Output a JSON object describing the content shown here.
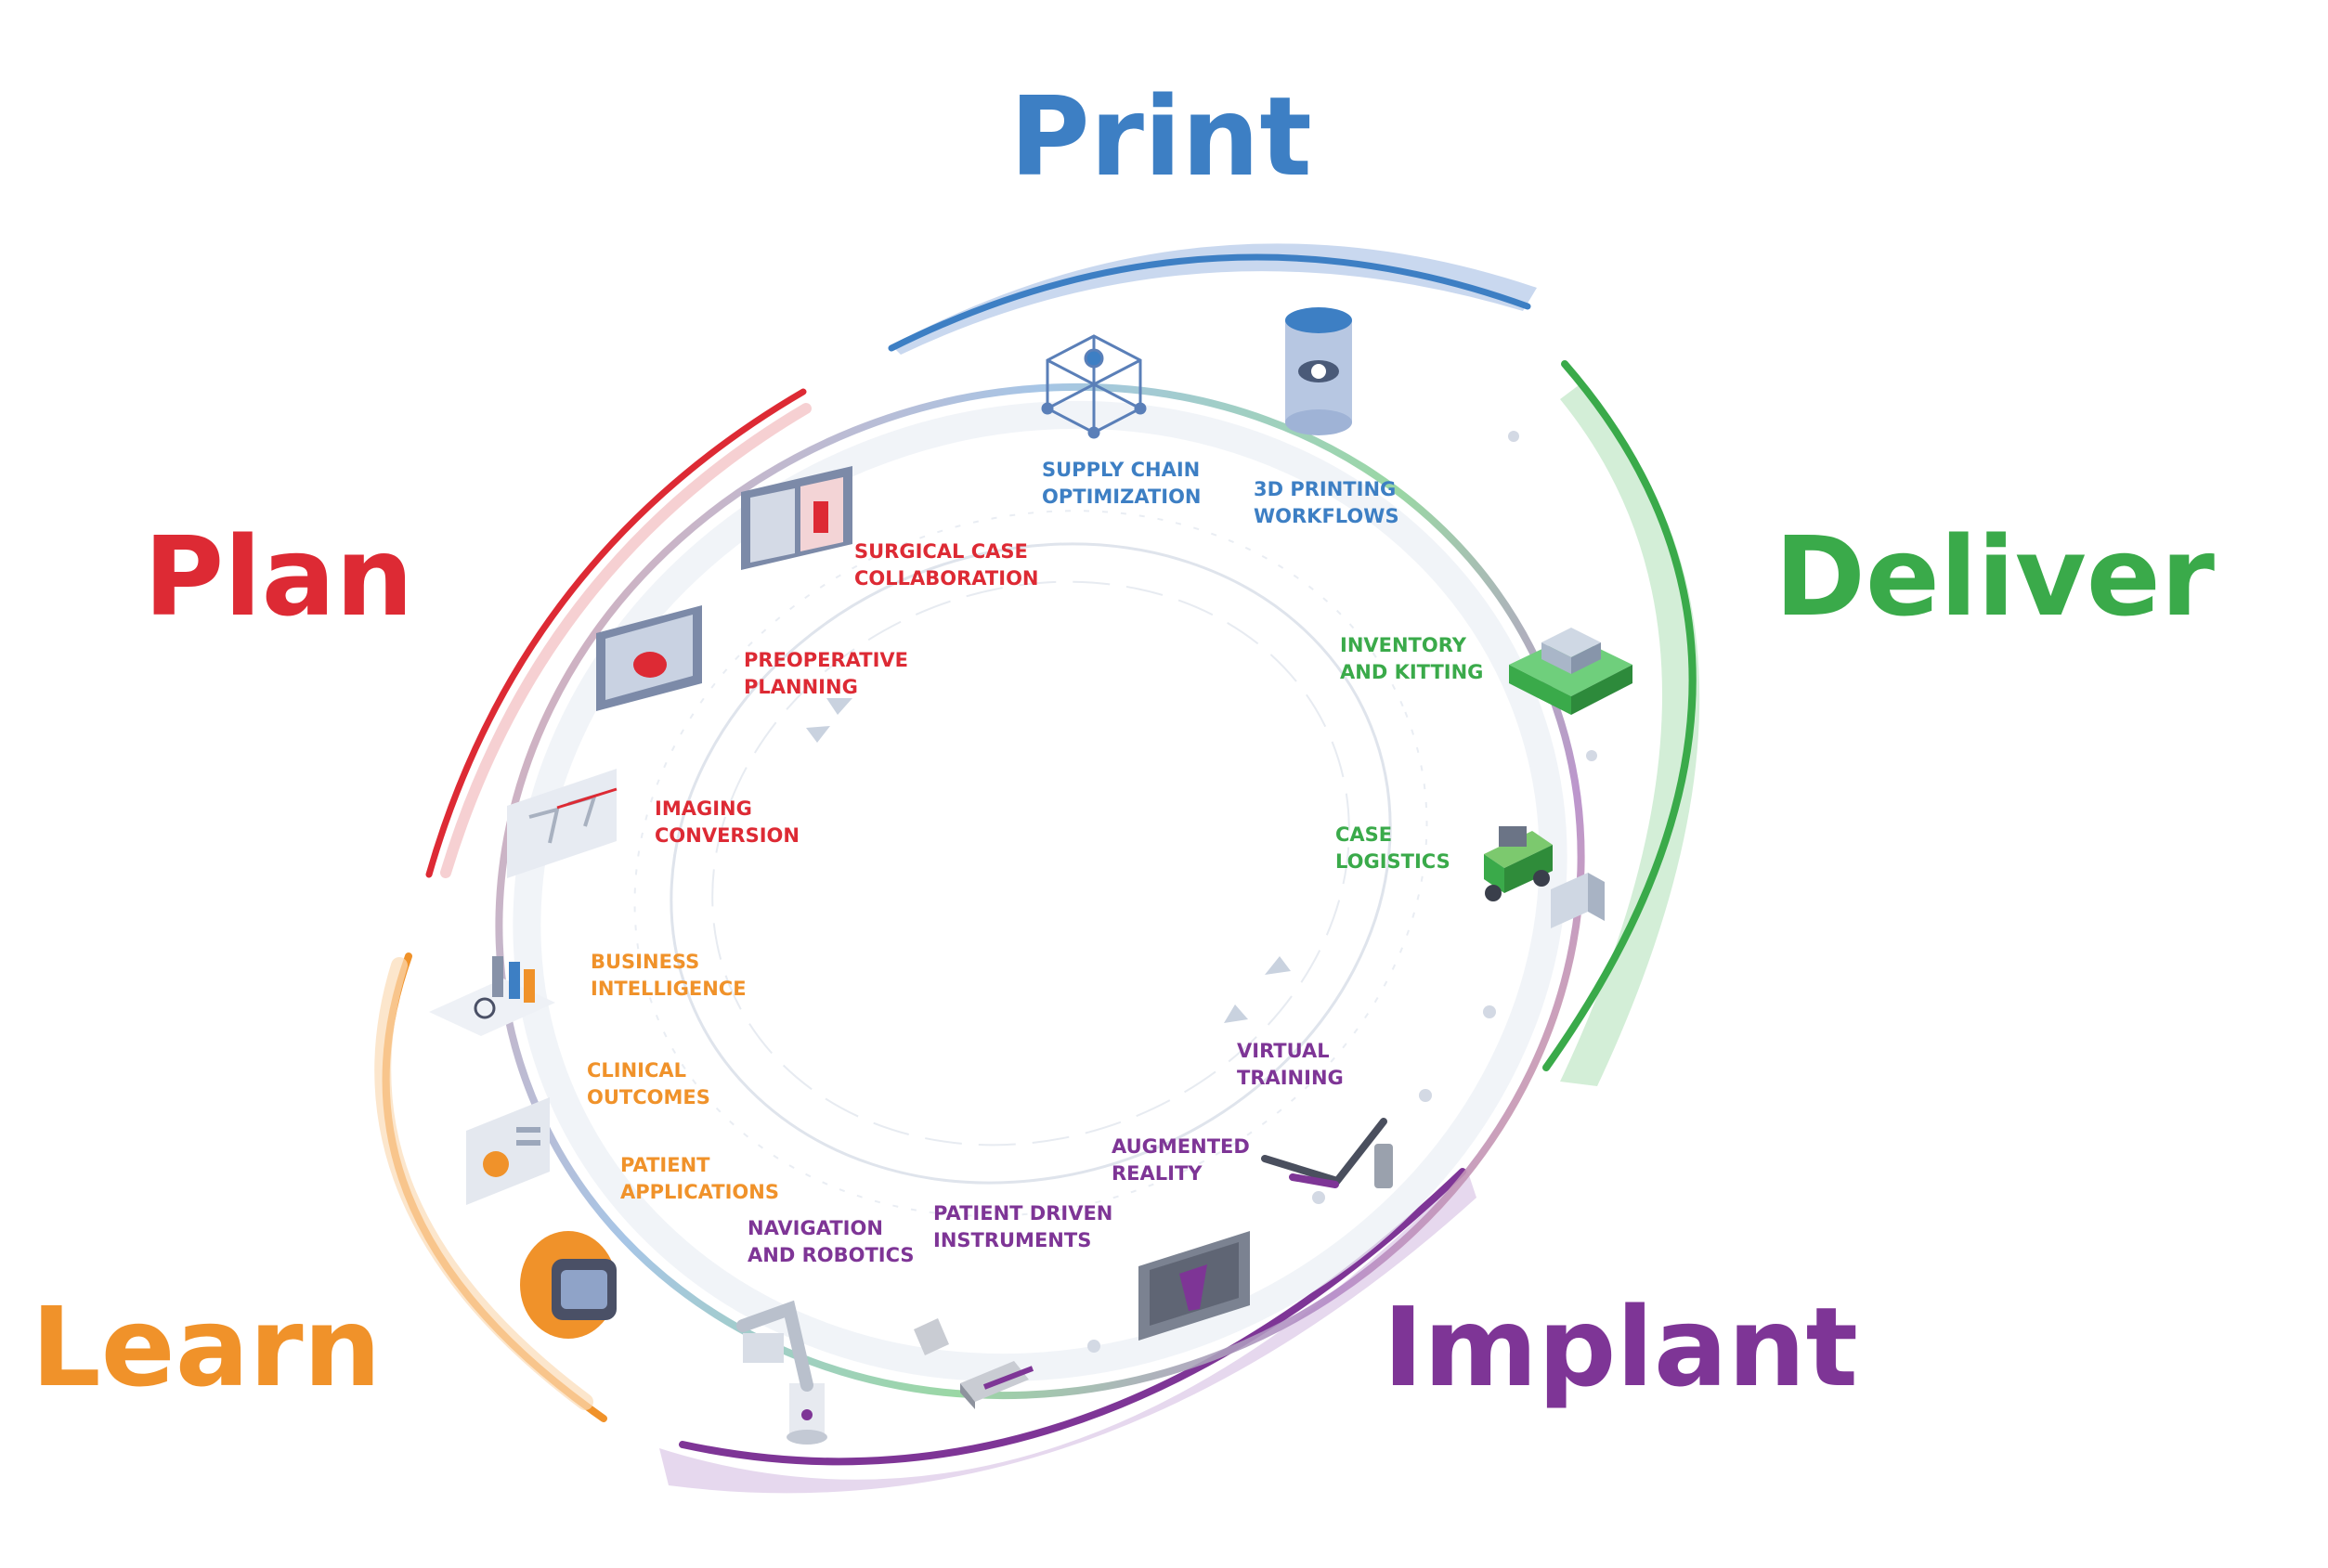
{
  "colors": {
    "print": "#3d7fc4",
    "deliver": "#3aaa4a",
    "implant": "#7e3596",
    "learn": "#f0922a",
    "plan": "#dd2a34",
    "gray": "#c9d2df"
  },
  "phases": {
    "print": "Print",
    "deliver": "Deliver",
    "implant": "Implant",
    "learn": "Learn",
    "plan": "Plan"
  },
  "steps": {
    "supply_chain": [
      "SUPPLY CHAIN",
      "OPTIMIZATION"
    ],
    "printing_workflows": [
      "3D PRINTING",
      "WORKFLOWS"
    ],
    "inventory": [
      "INVENTORY",
      "AND KITTING"
    ],
    "case_logistics": [
      "CASE",
      "LOGISTICS"
    ],
    "virtual_training": [
      "VIRTUAL",
      "TRAINING"
    ],
    "augmented_reality": [
      "AUGMENTED",
      "REALITY"
    ],
    "patient_driven": [
      "PATIENT DRIVEN",
      "INSTRUMENTS"
    ],
    "navigation": [
      "NAVIGATION",
      "AND ROBOTICS"
    ],
    "patient_apps": [
      "PATIENT",
      "APPLICATIONS"
    ],
    "clinical_outcomes": [
      "CLINICAL",
      "OUTCOMES"
    ],
    "business_intel": [
      "BUSINESS",
      "INTELLIGENCE"
    ],
    "imaging": [
      "IMAGING",
      "CONVERSION"
    ],
    "preoperative": [
      "PREOPERATIVE",
      "PLANNING"
    ],
    "surgical_case": [
      "SURGICAL CASE",
      "COLLABORATION"
    ]
  },
  "icons": [
    "cube-network-icon",
    "3d-printer-icon",
    "inventory-box-icon",
    "forklift-icon",
    "ar-glasses-icon",
    "implant-screen-icon",
    "instrument-icon",
    "robot-arm-icon",
    "smartwatch-icon",
    "dashboard-icon",
    "analytics-chart-icon",
    "imaging-screen-icon",
    "knee-planning-tablet-icon",
    "collaboration-tablet-icon"
  ]
}
